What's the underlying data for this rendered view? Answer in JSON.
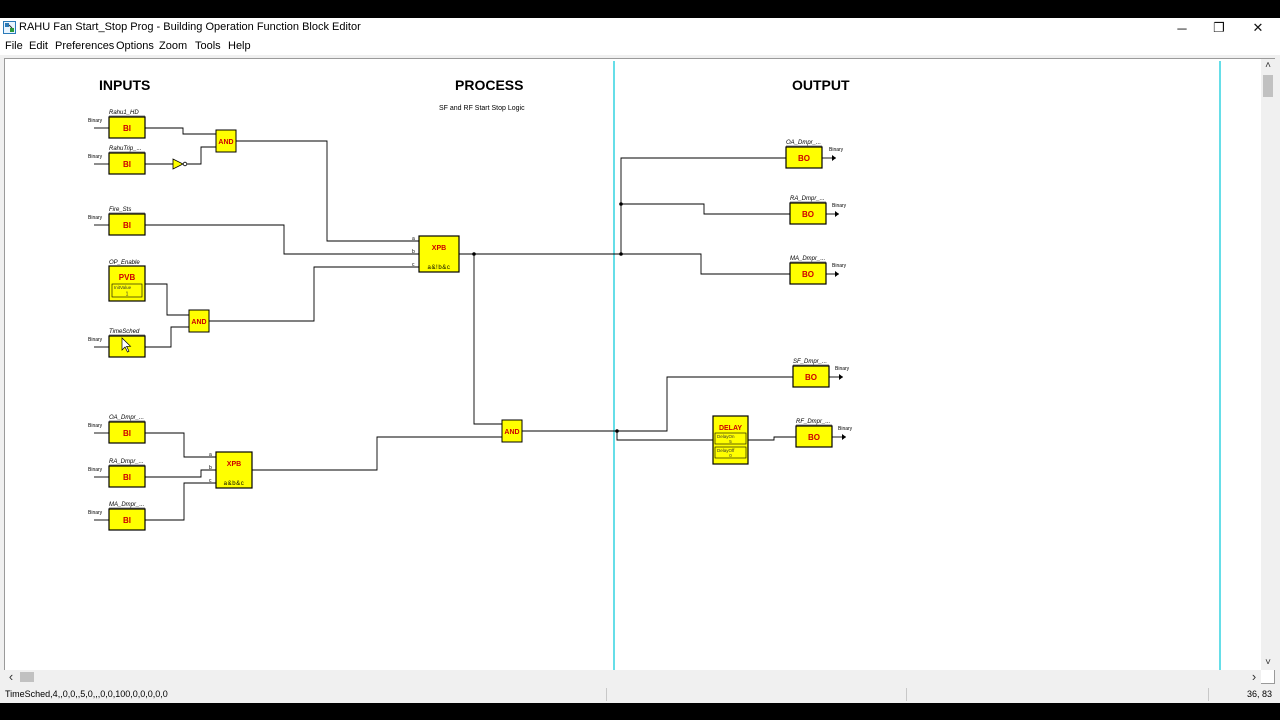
{
  "window": {
    "title": "RAHU Fan Start_Stop Prog - Building Operation Function Block Editor",
    "minimize_glyph": "─",
    "maximize_glyph": "❐",
    "close_glyph": "✕",
    "icon": "function-block-editor-icon"
  },
  "menu": [
    "File",
    "Edit",
    "Preferences",
    "Options",
    "Zoom",
    "Tools",
    "Help"
  ],
  "sections": {
    "inputs": "INPUTS",
    "process": "PROCESS",
    "output": "OUTPUT",
    "process_comment": "SF and RF Start Stop Logic"
  },
  "blocks": {
    "bi_rahu1_hd": {
      "label": "Rahu1_HD",
      "type": "BI",
      "pin": "Binary"
    },
    "bi_rahutrip": {
      "label": "RahuTrip_...",
      "type": "BI",
      "pin": "Binary"
    },
    "bi_fire_sts": {
      "label": "Fire_Sts",
      "type": "BI",
      "pin": "Binary"
    },
    "pvb_op_enable": {
      "label": "OP_Enable",
      "type": "PVB",
      "param_label": "InitValue",
      "param_value": "1"
    },
    "bi_timesched": {
      "label": "TimeSched",
      "pin": "Binary"
    },
    "bi_oa_dmpr": {
      "label": "OA_Dmpr_...",
      "type": "BI",
      "pin": "Binary"
    },
    "bi_ra_dmpr": {
      "label": "RA_Dmpr_...",
      "type": "BI",
      "pin": "Binary"
    },
    "bi_ma_dmpr": {
      "label": "MA_Dmpr_...",
      "type": "BI",
      "pin": "Binary"
    },
    "and_1": {
      "type": "AND"
    },
    "and_2": {
      "type": "AND"
    },
    "and_3": {
      "type": "AND"
    },
    "xpb_1": {
      "type": "XPB",
      "expr": "a&!b&c",
      "pins": [
        "a",
        "b",
        "c"
      ]
    },
    "xpb_2": {
      "type": "XPB",
      "expr": "a&b&c",
      "pins": [
        "a",
        "b",
        "c"
      ]
    },
    "delay": {
      "type": "DELAY",
      "param1_label": "DelayOn",
      "param1_value": "5",
      "param2_label": "DelayOff",
      "param2_value": "0"
    },
    "bo_oa_dmpr": {
      "label": "OA_Dmpr_...",
      "type": "BO",
      "pin": "Binary"
    },
    "bo_ra_dmpr": {
      "label": "RA_Dmpr_...",
      "type": "BO",
      "pin": "Binary"
    },
    "bo_ma_dmpr": {
      "label": "MA_Dmpr_...",
      "type": "BO",
      "pin": "Binary"
    },
    "bo_sf_dmpr": {
      "label": "SF_Dmpr_...",
      "type": "BO",
      "pin": "Binary"
    },
    "bo_rf_dmpr": {
      "label": "RF_Dmpr_...",
      "type": "BO",
      "pin": "Binary"
    }
  },
  "status": {
    "text": "TimeSched,4,,0,0,,5,0,,,0,0,100,0,0,0,0,0",
    "coords": "36, 83"
  },
  "scroll": {
    "left_arrow": "‹",
    "right_arrow": "›",
    "up_arrow": "˄",
    "down_arrow": "˅"
  },
  "colors": {
    "block_fill": "#ffff00",
    "block_text": "#cc0000",
    "wire": "#000000",
    "divider": "#00c8d8"
  }
}
